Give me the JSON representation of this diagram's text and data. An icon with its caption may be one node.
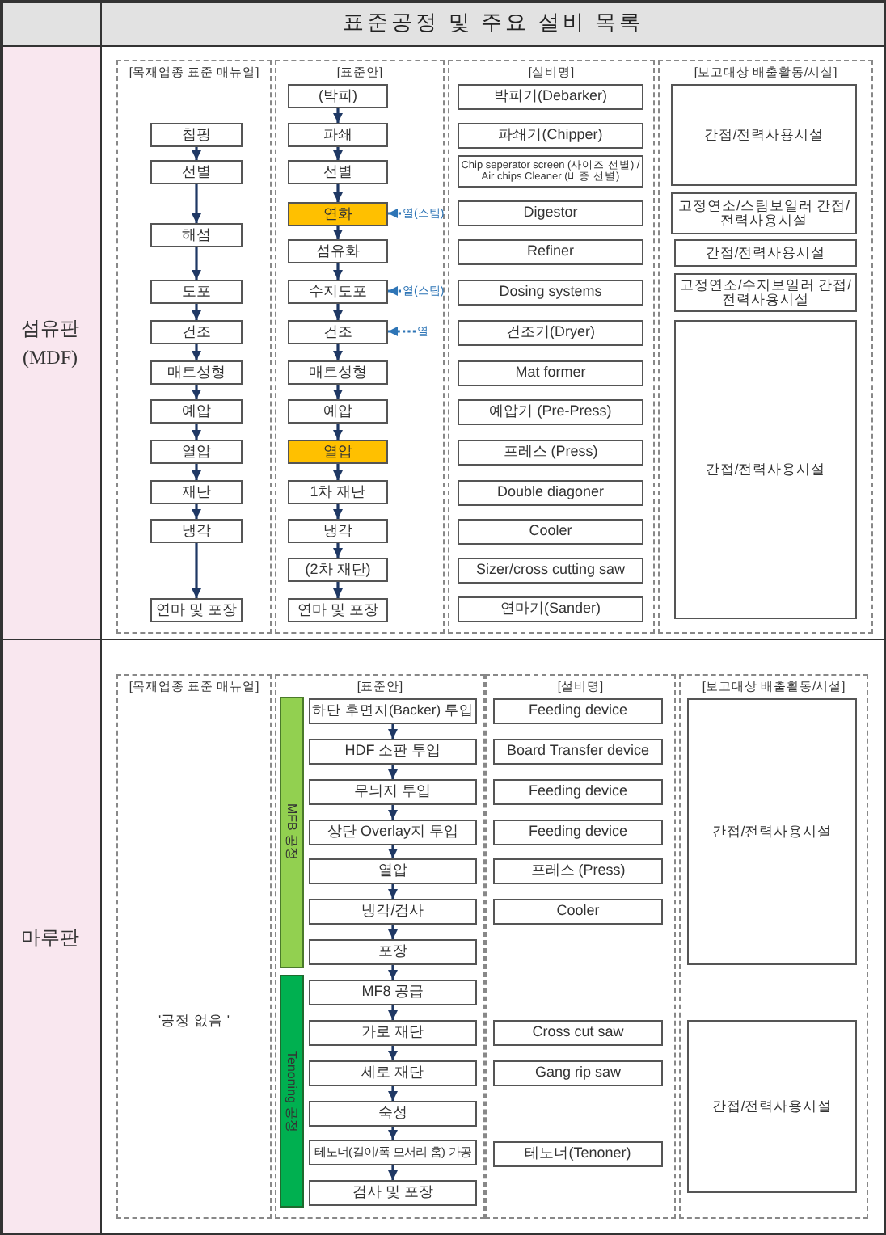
{
  "diagram": {
    "title": "표준공정 및 주요 설비 목록",
    "nodes": [
      {
        "text": [
          "[목재업종 표준 매뉴얼]"
        ]
      },
      {
        "text": [
          "[표준안]"
        ]
      },
      {
        "text": [
          "[설비명]"
        ]
      },
      {
        "text": [
          "[보고대상 배출활동/시설]"
        ]
      },
      {
        "text": [
          "칩핑"
        ],
        "in": 0
      },
      {
        "text": [
          "선별"
        ],
        "in": 0
      },
      {
        "text": [
          "해섬"
        ],
        "in": 0
      },
      {
        "text": [
          "도포"
        ],
        "in": 0
      },
      {
        "text": [
          "건조"
        ],
        "in": 0
      },
      {
        "text": [
          "매트성형"
        ],
        "in": 0
      },
      {
        "text": [
          "예압"
        ],
        "in": 0
      },
      {
        "text": [
          "열압"
        ],
        "in": 0
      },
      {
        "text": [
          "재단"
        ],
        "in": 0
      },
      {
        "text": [
          "냉각"
        ],
        "in": 0
      },
      {
        "text": [
          "연마 및 포장"
        ],
        "in": 0
      },
      {
        "text": [
          "(박피)"
        ],
        "in": 1
      },
      {
        "text": [
          "파쇄"
        ],
        "in": 1
      },
      {
        "text": [
          "선별"
        ],
        "in": 1
      },
      {
        "text": [
          "연화"
        ],
        "in": 1
      },
      {
        "text": [
          "섬유화"
        ],
        "in": 1
      },
      {
        "text": [
          "수지도포"
        ],
        "in": 1
      },
      {
        "text": [
          "건조"
        ],
        "in": 1
      },
      {
        "text": [
          "매트성형"
        ],
        "in": 1
      },
      {
        "text": [
          "예압"
        ],
        "in": 1
      },
      {
        "text": [
          "열압"
        ],
        "in": 1
      },
      {
        "text": [
          "1차 재단"
        ],
        "in": 1
      },
      {
        "text": [
          "냉각"
        ],
        "in": 1
      },
      {
        "text": [
          "(2차 재단)"
        ],
        "in": 1
      },
      {
        "text": [
          "연마 및 포장"
        ],
        "in": 1
      },
      {
        "text": [
          "박피기(Debarker)"
        ],
        "in": 2
      },
      {
        "text": [
          "파쇄기(Chipper)"
        ],
        "in": 2
      },
      {
        "text": [
          "Chip seperator screen (사이즈 선별) / Air chips Cleaner (비중 선별)"
        ],
        "in": 2
      },
      {
        "text": [
          "Digestor"
        ],
        "in": 2
      },
      {
        "text": [
          "Refiner"
        ],
        "in": 2
      },
      {
        "text": [
          "Dosing systems"
        ],
        "in": 2
      },
      {
        "text": [
          "건조기(Dryer)"
        ],
        "in": 2
      },
      {
        "text": [
          "Mat former"
        ],
        "in": 2
      },
      {
        "text": [
          "예압기 (Pre-Press)"
        ],
        "in": 2
      },
      {
        "text": [
          "프레스 (Press)"
        ],
        "in": 2
      },
      {
        "text": [
          "Double diagoner"
        ],
        "in": 2
      },
      {
        "text": [
          "Cooler"
        ],
        "in": 2
      },
      {
        "text": [
          "Sizer/cross cutting saw"
        ],
        "in": 2
      },
      {
        "text": [
          "연마기(Sander)"
        ],
        "in": 2
      },
      {
        "text": [
          "간접/전력사용시설"
        ],
        "in": 3
      },
      {
        "text": [
          "고정연소/스팀보일러 간접/전력사용시설"
        ],
        "in": 3
      },
      {
        "text": [
          "간접/전력사용시설"
        ],
        "in": 3
      },
      {
        "text": [
          "고정연소/수지보일러 간접/전력사용시설"
        ],
        "in": 3
      },
      {
        "text": [
          "간접/전력사용시설"
        ],
        "in": 3
      },
      {
        "text": [
          "열(스팀)"
        ],
        "in": 1
      },
      {
        "text": [
          "열(스팀)"
        ],
        "in": 1
      },
      {
        "text": [
          "열"
        ],
        "in": 1
      },
      {
        "text": [
          "[목재업종 표준 매뉴얼]",
          "'공정 없음 '"
        ]
      },
      {
        "text": [
          "[표준안]"
        ]
      },
      {
        "text": [
          "[설비명]"
        ]
      },
      {
        "text": [
          "[보고대상 배출활동/시설]"
        ]
      },
      {
        "text": [
          "MFB 공정"
        ],
        "in": 52
      },
      {
        "text": [
          "Tenoning 공정"
        ],
        "in": 52
      },
      {
        "text": [
          "하단 후면지(Backer) 투입"
        ],
        "in": 52
      },
      {
        "text": [
          "HDF 소판 투입"
        ],
        "in": 52
      },
      {
        "text": [
          "무늬지 투입"
        ],
        "in": 52
      },
      {
        "text": [
          "상단 Overlay지 투입"
        ],
        "in": 52
      },
      {
        "text": [
          "열압"
        ],
        "in": 52
      },
      {
        "text": [
          "냉각/검사"
        ],
        "in": 52
      },
      {
        "text": [
          "포장"
        ],
        "in": 52
      },
      {
        "text": [
          "MF8 공급"
        ],
        "in": 52
      },
      {
        "text": [
          "가로 재단"
        ],
        "in": 52
      },
      {
        "text": [
          "세로 재단"
        ],
        "in": 52
      },
      {
        "text": [
          "숙성"
        ],
        "in": 52
      },
      {
        "text": [
          "테노너(길이/폭 모서리 홈) 가공"
        ],
        "in": 52
      },
      {
        "text": [
          "검사 및 포장"
        ],
        "in": 52
      },
      {
        "text": [
          "Feeding device"
        ],
        "in": 53
      },
      {
        "text": [
          "Board Transfer device"
        ],
        "in": 53
      },
      {
        "text": [
          "Feeding device"
        ],
        "in": 53
      },
      {
        "text": [
          "Feeding device"
        ],
        "in": 53
      },
      {
        "text": [
          "프레스 (Press)"
        ],
        "in": 53
      },
      {
        "text": [
          "Cooler"
        ],
        "in": 53
      },
      {
        "text": [
          "Cross cut saw"
        ],
        "in": 53
      },
      {
        "text": [
          "Gang rip saw"
        ],
        "in": 53
      },
      {
        "text": [
          "테노너(Tenoner)"
        ],
        "in": 53
      },
      {
        "text": [
          "간접/전력사용시설"
        ],
        "in": 54
      },
      {
        "text": [
          "간접/전력사용시설"
        ],
        "in": 54
      }
    ],
    "edges": [
      {
        "from": 4,
        "to": 5,
        "arrow": "to"
      },
      {
        "from": 5,
        "to": 6,
        "arrow": "to"
      },
      {
        "from": 6,
        "to": 7,
        "arrow": "to"
      },
      {
        "from": 7,
        "to": 8,
        "arrow": "to"
      },
      {
        "from": 8,
        "to": 9,
        "arrow": "to"
      },
      {
        "from": 9,
        "to": 10,
        "arrow": "to"
      },
      {
        "from": 10,
        "to": 11,
        "arrow": "to"
      },
      {
        "from": 11,
        "to": 12,
        "arrow": "to"
      },
      {
        "from": 12,
        "to": 13,
        "arrow": "to"
      },
      {
        "from": 13,
        "to": 14,
        "arrow": "to"
      },
      {
        "from": 15,
        "to": 16,
        "arrow": "to"
      },
      {
        "from": 16,
        "to": 17,
        "arrow": "to"
      },
      {
        "from": 17,
        "to": 18,
        "arrow": "to"
      },
      {
        "from": 18,
        "to": 19,
        "arrow": "to"
      },
      {
        "from": 19,
        "to": 20,
        "arrow": "to"
      },
      {
        "from": 20,
        "to": 21,
        "arrow": "to"
      },
      {
        "from": 21,
        "to": 22,
        "arrow": "to"
      },
      {
        "from": 22,
        "to": 23,
        "arrow": "to"
      },
      {
        "from": 23,
        "to": 24,
        "arrow": "to"
      },
      {
        "from": 24,
        "to": 25,
        "arrow": "to"
      },
      {
        "from": 25,
        "to": 26,
        "arrow": "to"
      },
      {
        "from": 26,
        "to": 27,
        "arrow": "to"
      },
      {
        "from": 27,
        "to": 28,
        "arrow": "to"
      },
      {
        "from": 48,
        "to": 18,
        "arrow": "to",
        "style": "dashed",
        "color": "#2e75b6"
      },
      {
        "from": 49,
        "to": 20,
        "arrow": "to",
        "style": "dashed",
        "color": "#2e75b6"
      },
      {
        "from": 50,
        "to": 21,
        "arrow": "to",
        "style": "dashed",
        "color": "#2e75b6"
      },
      {
        "from": 57,
        "to": 58,
        "arrow": "to"
      },
      {
        "from": 58,
        "to": 59,
        "arrow": "to"
      },
      {
        "from": 59,
        "to": 60,
        "arrow": "to"
      },
      {
        "from": 60,
        "to": 61,
        "arrow": "to"
      },
      {
        "from": 61,
        "to": 62,
        "arrow": "to"
      },
      {
        "from": 62,
        "to": 63,
        "arrow": "to"
      },
      {
        "from": 63,
        "to": 64,
        "arrow": "to"
      },
      {
        "from": 64,
        "to": 65,
        "arrow": "to"
      },
      {
        "from": 65,
        "to": 66,
        "arrow": "to"
      },
      {
        "from": 66,
        "to": 67,
        "arrow": "to"
      },
      {
        "from": 67,
        "to": 68,
        "arrow": "to"
      },
      {
        "from": 68,
        "to": 69,
        "arrow": "to"
      }
    ],
    "labels": [
      "섬유판 (MDF)",
      "마루판"
    ]
  }
}
